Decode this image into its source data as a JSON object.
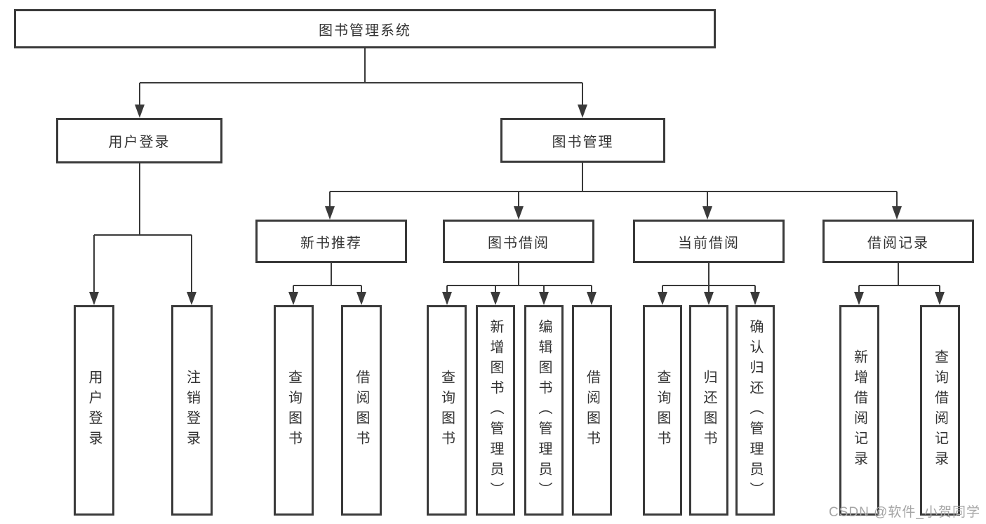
{
  "watermark": "CSDN @软件_小贺同学",
  "colors": {
    "line": "#3a3a3a",
    "text": "#333333",
    "background": "#ffffff",
    "watermark": "#a5a5a5"
  },
  "tree": {
    "label": "图书管理系统",
    "children": [
      {
        "label": "用户登录",
        "children": [
          {
            "label": "用户登录"
          },
          {
            "label": "注销登录"
          }
        ]
      },
      {
        "label": "图书管理",
        "children": [
          {
            "label": "新书推荐",
            "children": [
              {
                "label": "查询图书"
              },
              {
                "label": "借阅图书"
              }
            ]
          },
          {
            "label": "图书借阅",
            "children": [
              {
                "label": "查询图书"
              },
              {
                "label": "新增图书（管理员）"
              },
              {
                "label": "编辑图书（管理员）"
              },
              {
                "label": "借阅图书"
              }
            ]
          },
          {
            "label": "当前借阅",
            "children": [
              {
                "label": "查询图书"
              },
              {
                "label": "归还图书"
              },
              {
                "label": "确认归还（管理员）"
              }
            ]
          },
          {
            "label": "借阅记录",
            "children": [
              {
                "label": "新增借阅记录"
              },
              {
                "label": "查询借阅记录"
              }
            ]
          }
        ]
      }
    ]
  }
}
